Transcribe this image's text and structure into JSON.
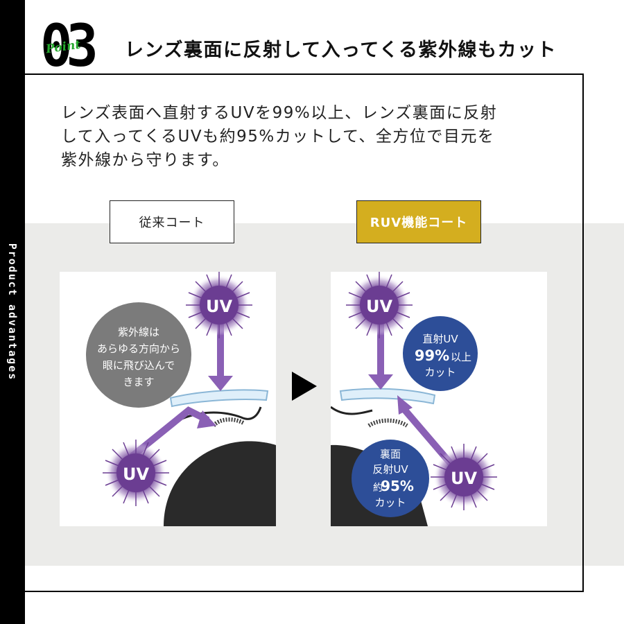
{
  "side_label": "Product advantages",
  "header": {
    "number": "03",
    "point_label": "Point",
    "title": "レンズ裏面に反射して入ってくる紫外線もカット"
  },
  "description": [
    "レンズ表面へ直射するUVを99%以上、レンズ裏面に反射",
    "して入ってくるUVも約95%カットして、全方位で目元を",
    "紫外線から守ります。"
  ],
  "comparison": {
    "left": {
      "label": "従来コート",
      "uv_top": "UV",
      "uv_bottom": "UV",
      "callout": [
        "紫外線は",
        "あらゆる方向から",
        "眼に飛び込んで",
        "きます"
      ]
    },
    "right": {
      "label": "RUV機能コート",
      "uv_top": "UV",
      "uv_bottom": "UV",
      "badge_direct": {
        "line1": "直射UV",
        "line2_num": "99%",
        "line2_suffix": "以上",
        "line3": "カット"
      },
      "badge_back": {
        "line1": "裏面",
        "line2": "反射UV",
        "line3_prefix": "約",
        "line3_num": "95%",
        "line4": "カット"
      }
    }
  },
  "colors": {
    "accent_gold": "#d4ae1f",
    "uv_purple": "#6b3d92",
    "arrow_purple": "#8a60b5",
    "badge_blue": "#2d4e98",
    "callout_gray": "#7b7b7b",
    "band_gray": "#ebebe9",
    "point_green": "#26a92e"
  },
  "icons": {
    "uv_burst": "uv-sunburst-icon",
    "next_arrow": "play-triangle-icon"
  }
}
